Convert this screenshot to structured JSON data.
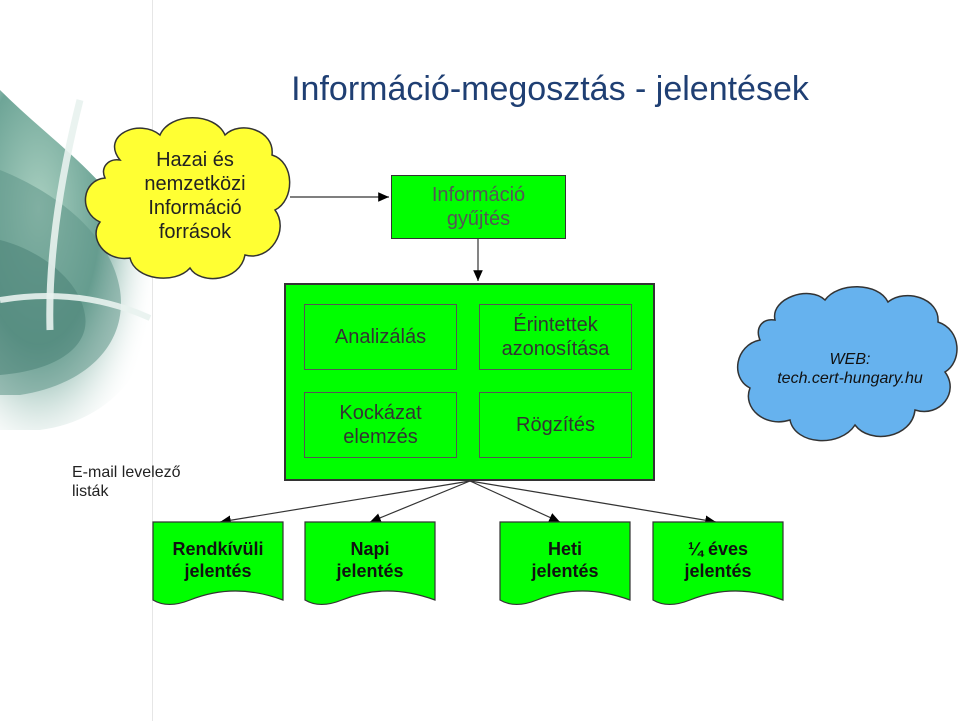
{
  "title": "Információ-megosztás - jelentések",
  "sources_cloud": {
    "line1": "Hazai és",
    "line2": "nemzetközi",
    "line3": "Információ",
    "line4": "források"
  },
  "collect_box": {
    "line1": "Információ",
    "line2": "gyűjtés"
  },
  "process_boxes": {
    "analysis": "Analizálás",
    "identify": {
      "line1": "Érintettek",
      "line2": "azonosítása"
    },
    "risk": {
      "line1": "Kockázat",
      "line2": "elemzés"
    },
    "record": "Rögzítés"
  },
  "web_cloud": {
    "line1": "WEB:",
    "line2": "tech.cert-hungary.hu"
  },
  "email_label": {
    "line1": "E-mail levelező",
    "line2": "listák"
  },
  "reports": [
    {
      "line1": "Rendkívüli",
      "line2": "jelentés"
    },
    {
      "line1": "Napi",
      "line2": "jelentés"
    },
    {
      "line1": "Heti",
      "line2": "jelentés"
    },
    {
      "line1": "¼ éves",
      "line2": "jelentés"
    }
  ],
  "colors": {
    "box_green": "#00ff00",
    "cloud_yellow": "#ffff33",
    "cloud_blue": "#66b2ee",
    "title": "#1f3f73"
  }
}
